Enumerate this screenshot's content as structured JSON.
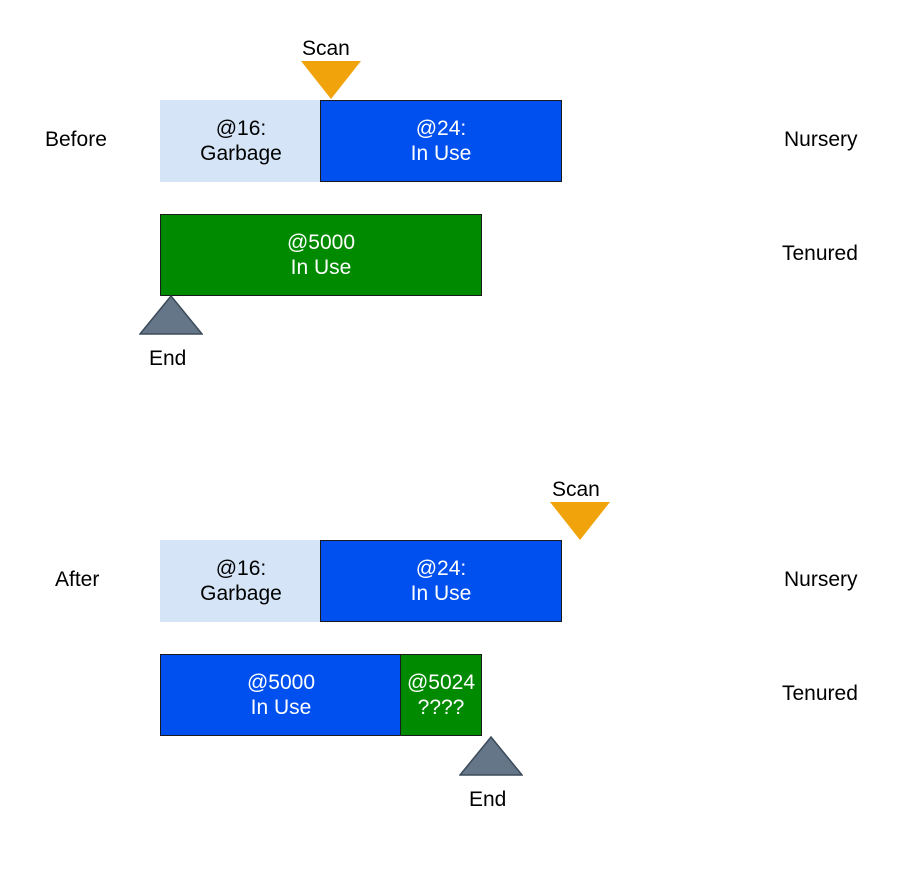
{
  "before": {
    "row_label": "Before",
    "scan_label": "Scan",
    "end_label": "End",
    "nursery": {
      "label": "Nursery",
      "cells": [
        {
          "addr": "@16:",
          "status": "Garbage"
        },
        {
          "addr": "@24:",
          "status": "In Use"
        }
      ]
    },
    "tenured": {
      "label": "Tenured",
      "cells": [
        {
          "addr": "@5000",
          "status": "In Use"
        }
      ]
    }
  },
  "after": {
    "row_label": "After",
    "scan_label": "Scan",
    "end_label": "End",
    "nursery": {
      "label": "Nursery",
      "cells": [
        {
          "addr": "@16:",
          "status": "Garbage"
        },
        {
          "addr": "@24:",
          "status": "In Use"
        }
      ]
    },
    "tenured": {
      "label": "Tenured",
      "cells": [
        {
          "addr": "@5000",
          "status": "In Use"
        },
        {
          "addr": "@5024",
          "status": "????"
        }
      ]
    }
  },
  "colors": {
    "garbage": "#d5e5f7",
    "in_use_nursery": "#0050ef",
    "in_use_tenured_old": "#008a00",
    "scan_marker": "#f0a30a",
    "end_marker": "#647687"
  }
}
